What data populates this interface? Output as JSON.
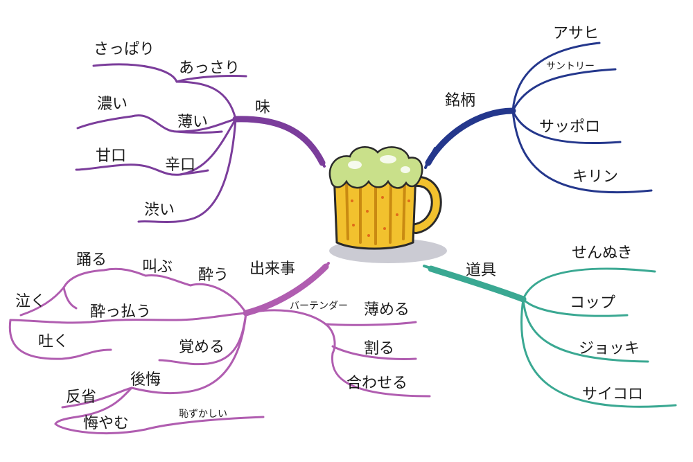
{
  "colors": {
    "taste": "#7b3d9b",
    "brands": "#24378c",
    "events": "#b05db0",
    "tools": "#3aa892",
    "beer": "#f2c12e",
    "foam": "#c9e08a"
  },
  "center": {
    "icon": "beer-mug-icon"
  },
  "branches": {
    "taste": {
      "label": "味",
      "words": {
        "sappari": "さっぱり",
        "assari": "あっさり",
        "koi": "濃い",
        "usui": "薄い",
        "amakuchi": "甘口",
        "karakuchi": "辛口",
        "shibui": "渋い"
      }
    },
    "brands": {
      "label": "銘柄",
      "words": {
        "asahi": "アサヒ",
        "suntory": "サントリー",
        "sapporo": "サッポロ",
        "kirin": "キリン"
      }
    },
    "events": {
      "label": "出来事",
      "words": {
        "odoru": "踊る",
        "sakebu": "叫ぶ",
        "you": "酔う",
        "naku": "泣く",
        "yopparau": "酔っ払う",
        "haku": "吐く",
        "sameru": "覚める",
        "koukai": "後悔",
        "hansei": "反省",
        "kuyamu": "悔やむ",
        "hazukashii": "恥ずかしい",
        "bartender": "バーテンダー",
        "usumeru": "薄める",
        "waru": "割る",
        "awaseru": "合わせる"
      }
    },
    "tools": {
      "label": "道具",
      "words": {
        "sennuki": "せんぬき",
        "koppu": "コップ",
        "jokki": "ジョッキ",
        "saikoro": "サイコロ"
      }
    }
  }
}
